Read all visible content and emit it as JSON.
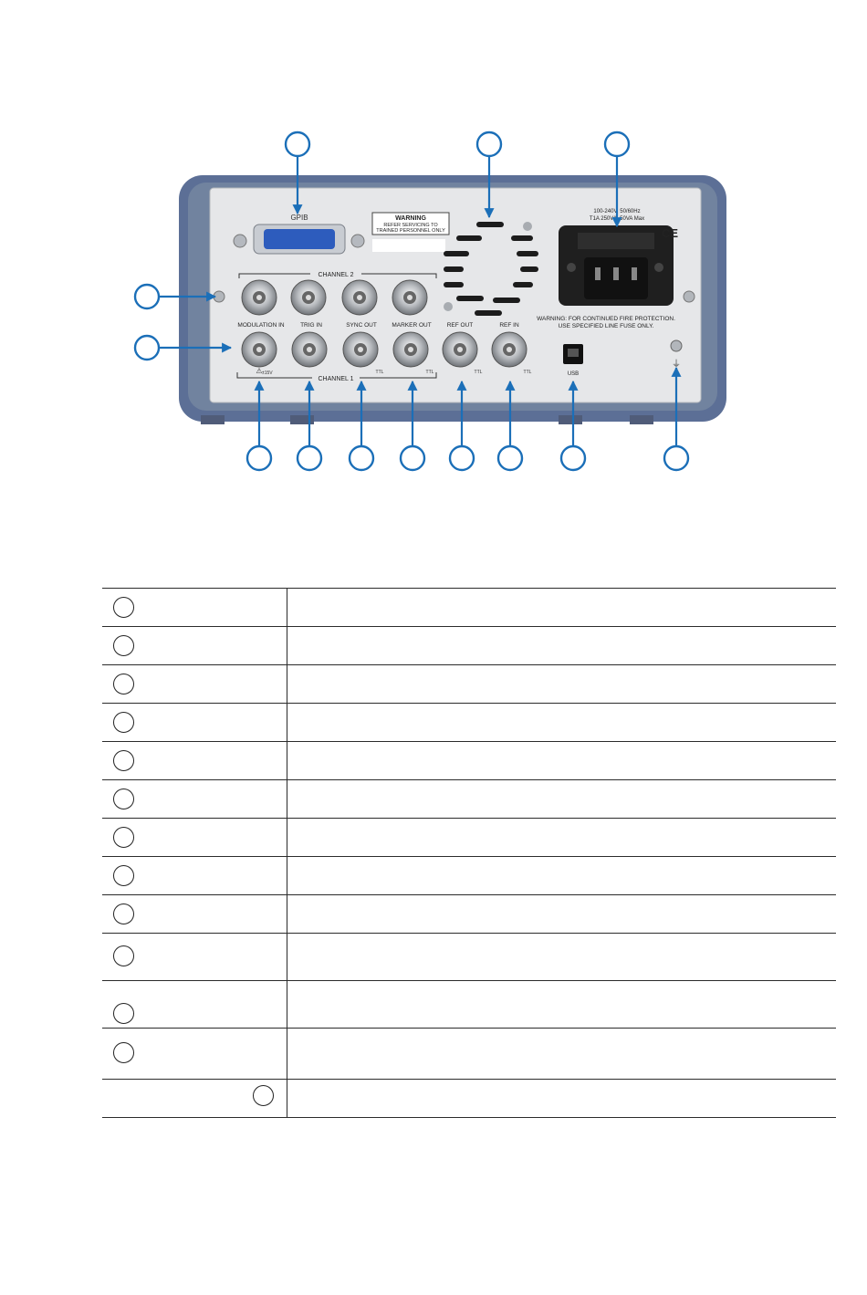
{
  "panel": {
    "gpib_label": "GPIB",
    "warning_title": "WARNING",
    "warning_line1": "REFER SERVICING TO",
    "warning_line2": "TRAINED PERSONNEL ONLY",
    "channel2_label": "CHANNEL 2",
    "channel1_label": "CHANNEL 1",
    "connector_labels": [
      "MODULATION IN",
      "TRIG IN",
      "SYNC OUT",
      "MARKER OUT",
      "REF OUT",
      "REF IN"
    ],
    "voltage_mark": "±15V",
    "ttl_mark": "TTL",
    "power_rating_line1": "100-240V, 50/60Hz",
    "power_rating_line2": "T1A 250VA, 50VA Max",
    "ce_mark": "CE",
    "fuse_warning_line1": "WARNING: FOR CONTINUED FIRE PROTECTION.",
    "fuse_warning_line2": "USE SPECIFIED LINE FUSE ONLY.",
    "usb_label": "USB"
  },
  "legend_rows": 13,
  "colors": {
    "callout": "#1b6fb8",
    "chassis": "#5c6f96",
    "panel": "#e6e7e9"
  }
}
